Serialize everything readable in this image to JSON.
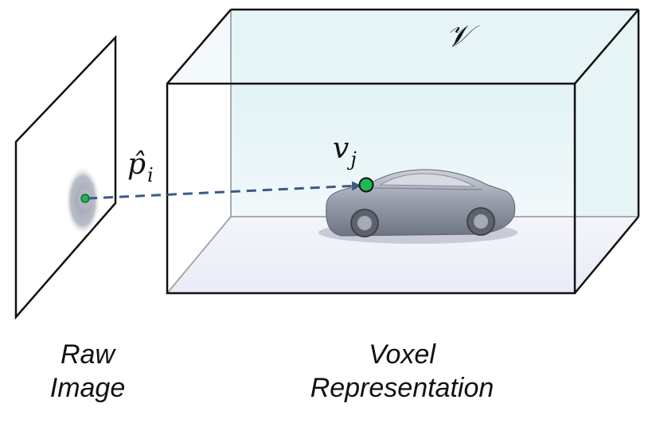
{
  "labels": {
    "volume_symbol": "𝒱",
    "voxel_symbol": "v",
    "voxel_subscript": "j",
    "pixel_symbol": "p̂",
    "pixel_subscript": "i",
    "raw_caption_line1": "Raw",
    "raw_caption_line2": "Image",
    "voxel_caption_line1": "Voxel",
    "voxel_caption_line2": "Representation"
  },
  "colors": {
    "box_edge": "#111111",
    "box_inner_edge": "#9aa4a8",
    "box_fill_back": "#e3f3f6",
    "box_fill_floor": "#eef0f8",
    "ray": "#3c5a86",
    "point": "#1db954",
    "car_body": "#8a8f9c"
  }
}
